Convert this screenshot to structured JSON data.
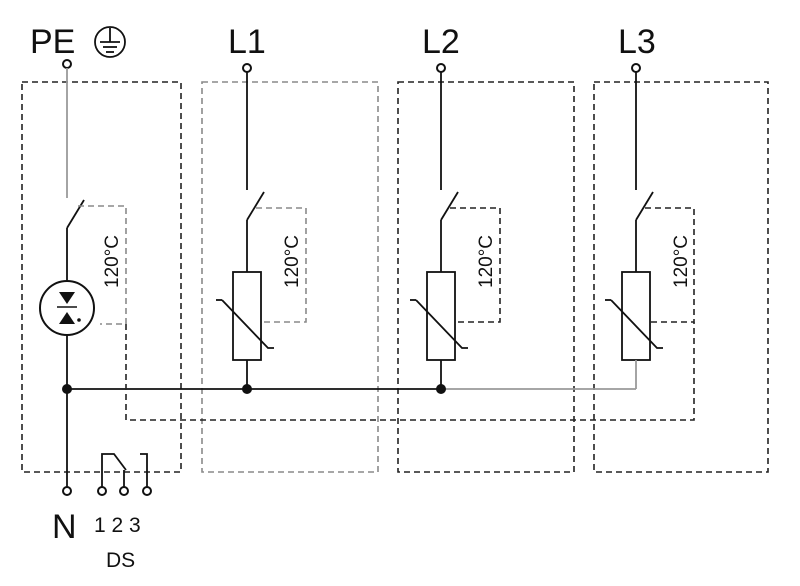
{
  "labels": {
    "pe": "PE",
    "l1": "L1",
    "l2": "L2",
    "l3": "L3",
    "n": "N",
    "ds_pins": "1 2 3",
    "ds": "DS",
    "temp_pe": "120°C",
    "temp_l1": "120°C",
    "temp_l2": "120°C",
    "temp_l3": "120°C"
  },
  "icons": {
    "ground": "ground-icon",
    "gas_discharge_tube": "gas-discharge-tube-icon",
    "varistor": "varistor-icon",
    "thermal_switch": "thermal-disconnector-icon"
  },
  "colors": {
    "line": "#111111",
    "grey_line": "#8a8a8a",
    "background": "#ffffff"
  }
}
